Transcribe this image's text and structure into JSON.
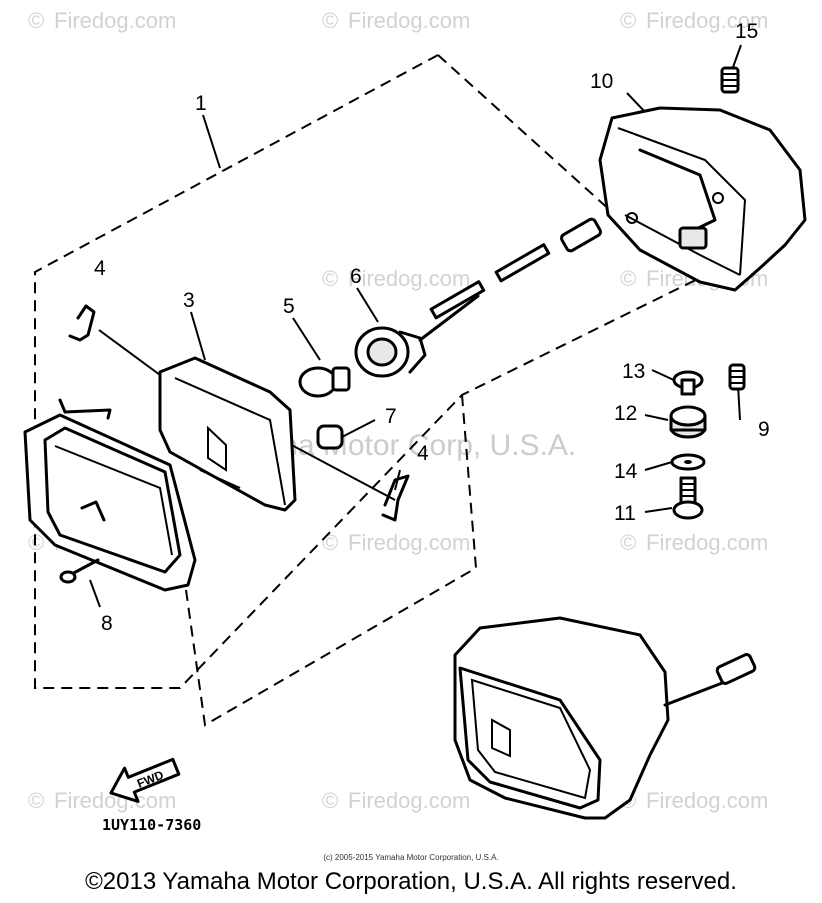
{
  "watermark": {
    "site": "Firedog.com",
    "symbol": "©",
    "center": "Yamaha Motor Corp, U.S.A."
  },
  "callouts": {
    "c1": "1",
    "c3": "3",
    "c4a": "4",
    "c4b": "4",
    "c5": "5",
    "c6": "6",
    "c7": "7",
    "c8": "8",
    "c9": "9",
    "c10": "10",
    "c11": "11",
    "c12": "12",
    "c13": "13",
    "c14": "14",
    "c15": "15"
  },
  "fwd_label": "FWD",
  "drawing_code": "1UY110-7360",
  "small_credit": "(c) 2005-2015 Yamaha Motor Corporation, U.S.A.",
  "copyright": "©2013 Yamaha Motor Corporation, U.S.A. All rights reserved."
}
